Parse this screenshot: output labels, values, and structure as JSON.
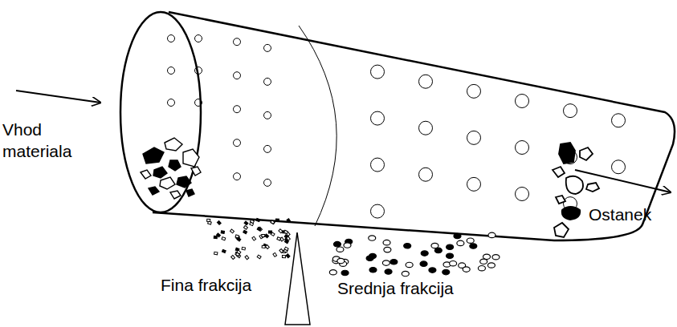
{
  "diagram": {
    "labels": [
      "Vhod materiala",
      "Fina frakcija",
      "Srednja frakcija",
      "Ostanek"
    ]
  }
}
